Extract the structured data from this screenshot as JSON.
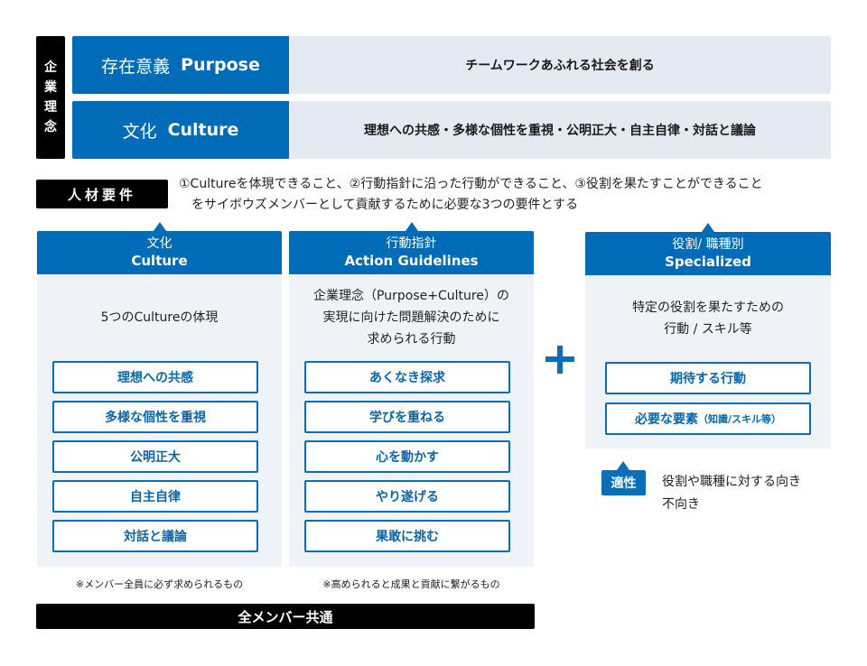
{
  "philosophy": {
    "label_chars": [
      "企",
      "業",
      "理",
      "念"
    ],
    "rows": [
      {
        "label_jp": "存在意義",
        "label_en": "Purpose",
        "value": "チームワークあふれる社会を創る"
      },
      {
        "label_jp": "文化",
        "label_en": "Culture",
        "value": "理想への共感・多様な個性を重視・公明正大・自主自律・対話と議論"
      }
    ]
  },
  "requirements": {
    "badge": "人材要件",
    "text_line1": "①Cultureを体現できること、②行動指針に沿った行動ができること、③役割を果たすことができること",
    "text_line2": "をサイボウズメンバーとして貢献するために必要な3つの要件とする"
  },
  "columns": [
    {
      "title_jp": "文化",
      "title_en": "Culture",
      "description": "5つのCultureの体現",
      "items": [
        "理想への共感",
        "多様な個性を重視",
        "公明正大",
        "自主自律",
        "対話と議論"
      ],
      "note": "※メンバー全員に必ず求められるもの"
    },
    {
      "title_jp": "行動指針",
      "title_en": "Action Guidelines",
      "description_lines": [
        "企業理念（Purpose+Culture）の",
        "実現に向けた問題解決のために",
        "求められる行動"
      ],
      "items": [
        "あくなき探求",
        "学びを重ねる",
        "心を動かす",
        "やり遂げる",
        "果敢に挑む"
      ],
      "note": "※高められると成果と貢献に繋がるもの"
    },
    {
      "title_jp": "役割/ 職種別",
      "title_en": "Specialized",
      "description_lines": [
        "特定の役割を果たすための",
        "行動 / スキル等"
      ],
      "items": [
        {
          "main": "期待する行動",
          "sub": ""
        },
        {
          "main": "必要な要素",
          "sub": "（知識/スキル等）"
        }
      ]
    }
  ],
  "common_bar": "全メンバー共通",
  "plus_icon": "plus-icon",
  "aptitude": {
    "badge": "適性",
    "text_line1": "役割や職種に対する向き",
    "text_line2": "不向き"
  },
  "colors": {
    "brand_blue": "#006bb6",
    "item_border": "#0a6eb8",
    "panel_bg": "#eff3f8",
    "value_bg": "#e4eaf2",
    "black": "#000000"
  }
}
